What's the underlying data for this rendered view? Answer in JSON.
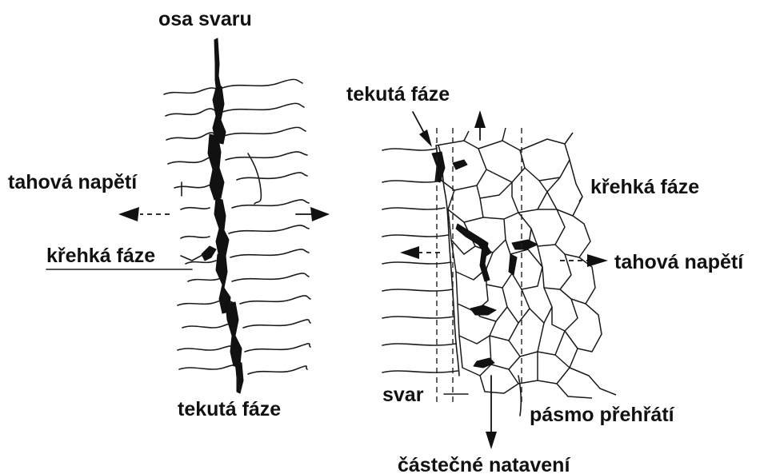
{
  "labels": {
    "weld_axis": "osa svaru",
    "tensile_left": "tahová napětí",
    "brittle_left": "křehká fáze",
    "liquid_bottom": "tekutá fáze",
    "liquid_top": "tekutá fáze",
    "brittle_right": "křehká fáze",
    "tensile_right": "tahová napětí",
    "weld": "svar",
    "overheat_zone": "pásmo přehřátí",
    "partial_melting": "částečné natavení"
  }
}
